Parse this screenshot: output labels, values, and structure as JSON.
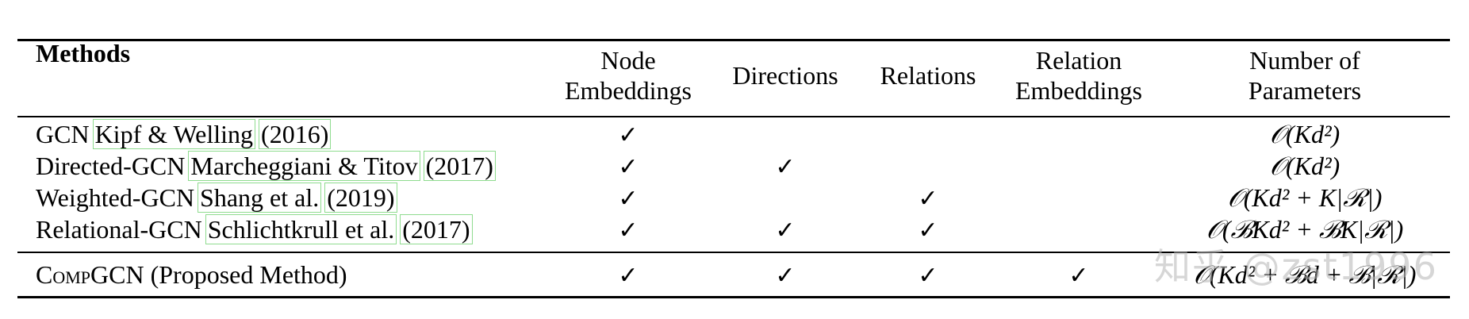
{
  "table": {
    "headers": {
      "methods": "Methods",
      "node_embeddings": [
        "Node",
        "Embeddings"
      ],
      "directions": "Directions",
      "relations": "Relations",
      "relation_embeddings": [
        "Relation",
        "Embeddings"
      ],
      "number_of_parameters": [
        "Number of",
        "Parameters"
      ]
    },
    "rows": [
      {
        "method": "GCN",
        "cite_authors": "Kipf & Welling",
        "cite_year": "(2016)",
        "node": "✓",
        "dir": "",
        "rel": "",
        "relemb": "",
        "params": "𝒪(Kd²)"
      },
      {
        "method": "Directed-GCN",
        "cite_authors": "Marcheggiani & Titov",
        "cite_year": "(2017)",
        "node": "✓",
        "dir": "✓",
        "rel": "",
        "relemb": "",
        "params": "𝒪(Kd²)"
      },
      {
        "method": "Weighted-GCN",
        "cite_authors": "Shang et al.",
        "cite_year": "(2019)",
        "node": "✓",
        "dir": "",
        "rel": "✓",
        "relemb": "",
        "params": "𝒪(Kd² + K|ℛ|)"
      },
      {
        "method": "Relational-GCN",
        "cite_authors": "Schlichtkrull et al.",
        "cite_year": "(2017)",
        "node": "✓",
        "dir": "✓",
        "rel": "✓",
        "relemb": "",
        "params": "𝒪(ℬKd² + ℬK|ℛ|)"
      }
    ],
    "proposed": {
      "method_prefix": "C",
      "method_smallcaps": "omp",
      "method_suffix": "GCN (Proposed Method)",
      "node": "✓",
      "dir": "✓",
      "rel": "✓",
      "relemb": "✓",
      "params": "𝒪(Kd² + ℬd + ℬ|ℛ|)"
    }
  },
  "watermark": "知乎 @zst1996"
}
